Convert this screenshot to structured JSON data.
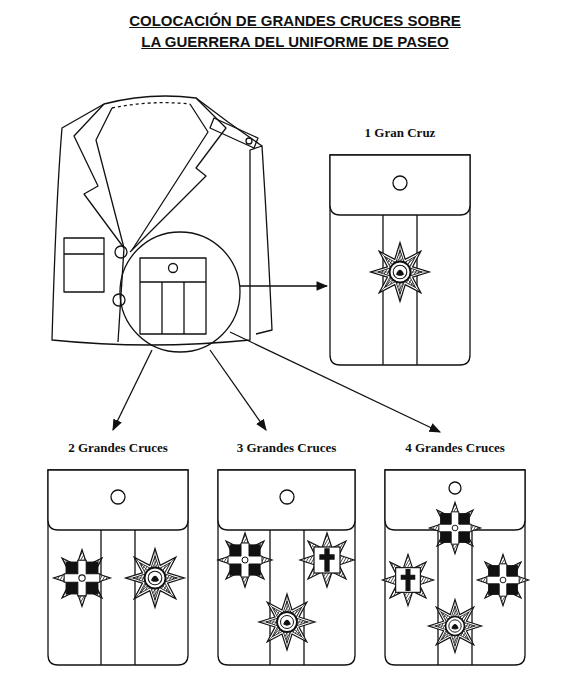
{
  "diagram": {
    "title": "COLOCACIÓN DE GRANDES CRUCES SOBRE LA GUERRERA DEL UNIFORME DE PASEO",
    "nodes": [
      {
        "text": [
          "1 Gran Cruz"
        ]
      },
      {
        "text": [
          "2 Grandes Cruces"
        ]
      },
      {
        "text": [
          "3 Grandes Cruces"
        ]
      },
      {
        "text": [
          "4 Grandes Cruces"
        ]
      }
    ]
  }
}
